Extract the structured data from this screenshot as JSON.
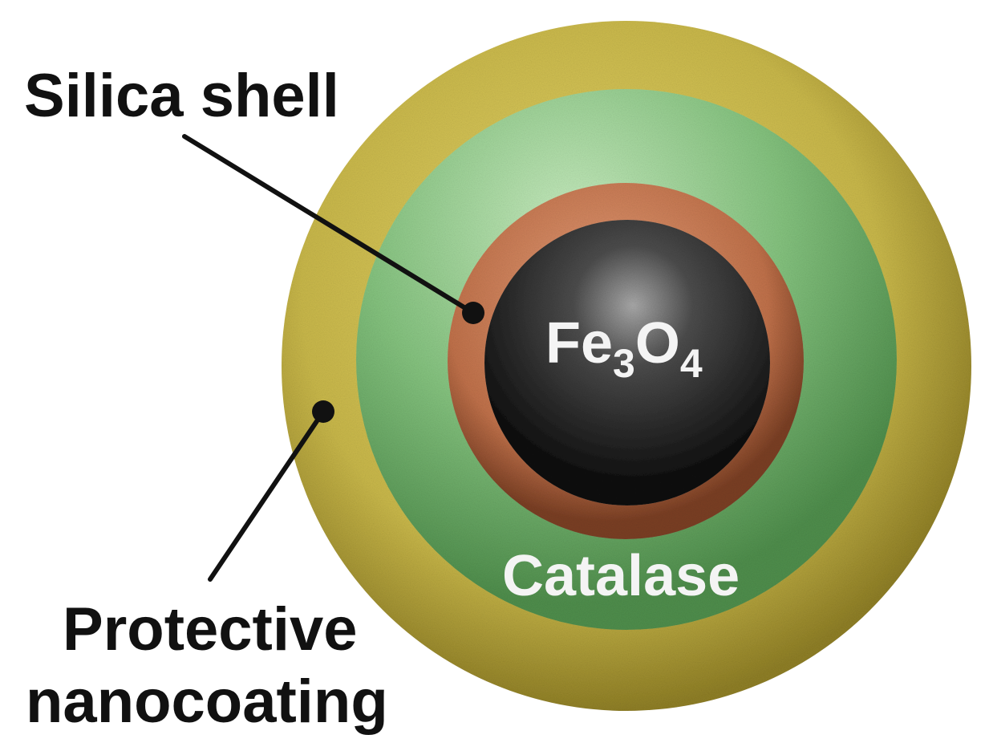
{
  "labels": {
    "silica_shell": "Silica shell",
    "protective_line1": "Protective",
    "protective_line2": "nanocoating",
    "catalase": "Catalase",
    "core_prefix": "Fe",
    "core_sub1": "3",
    "core_mid": "O",
    "core_sub2": "4"
  },
  "colors": {
    "outer_layer": "#c9b84a",
    "catalase_layer": "#7fbf7a",
    "silica_layer": "#c0714a",
    "core": "#2a2a2a",
    "leader_line": "#111111"
  }
}
